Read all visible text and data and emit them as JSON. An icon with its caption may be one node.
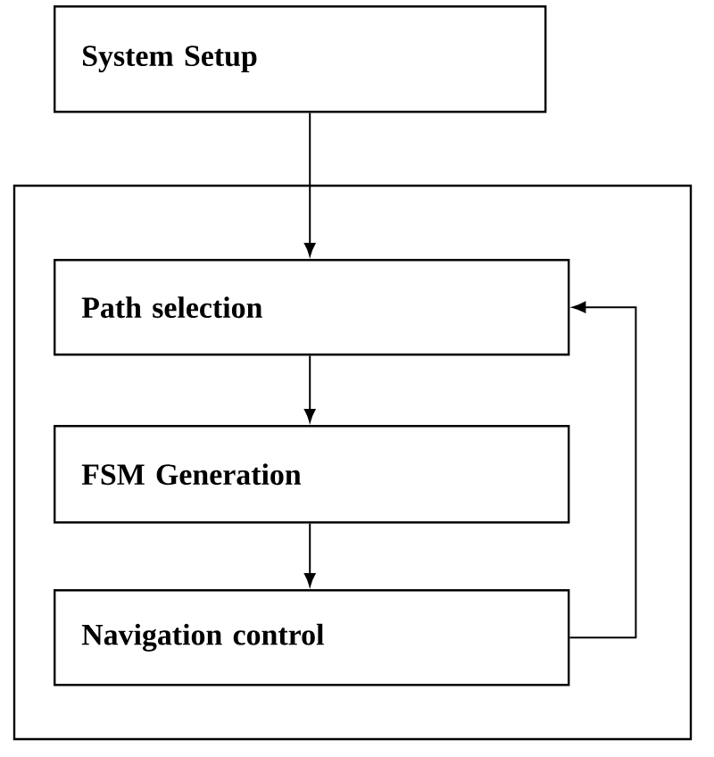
{
  "diagram": {
    "nodes": [
      {
        "text": [
          "System Setup"
        ]
      },
      {
        "text": [],
        "shape": "box"
      },
      {
        "text": [
          "Path selection"
        ],
        "in": 1
      },
      {
        "text": [
          "FSM Generation"
        ],
        "in": 1
      },
      {
        "text": [
          "Navigation control"
        ],
        "in": 1
      }
    ],
    "edges": [
      {
        "from": 0,
        "to": 2,
        "arrow": "to"
      },
      {
        "from": 2,
        "to": 3,
        "arrow": "to"
      },
      {
        "from": 3,
        "to": 4,
        "arrow": "to"
      },
      {
        "from": 4,
        "to": 2,
        "arrow": "to"
      }
    ]
  }
}
